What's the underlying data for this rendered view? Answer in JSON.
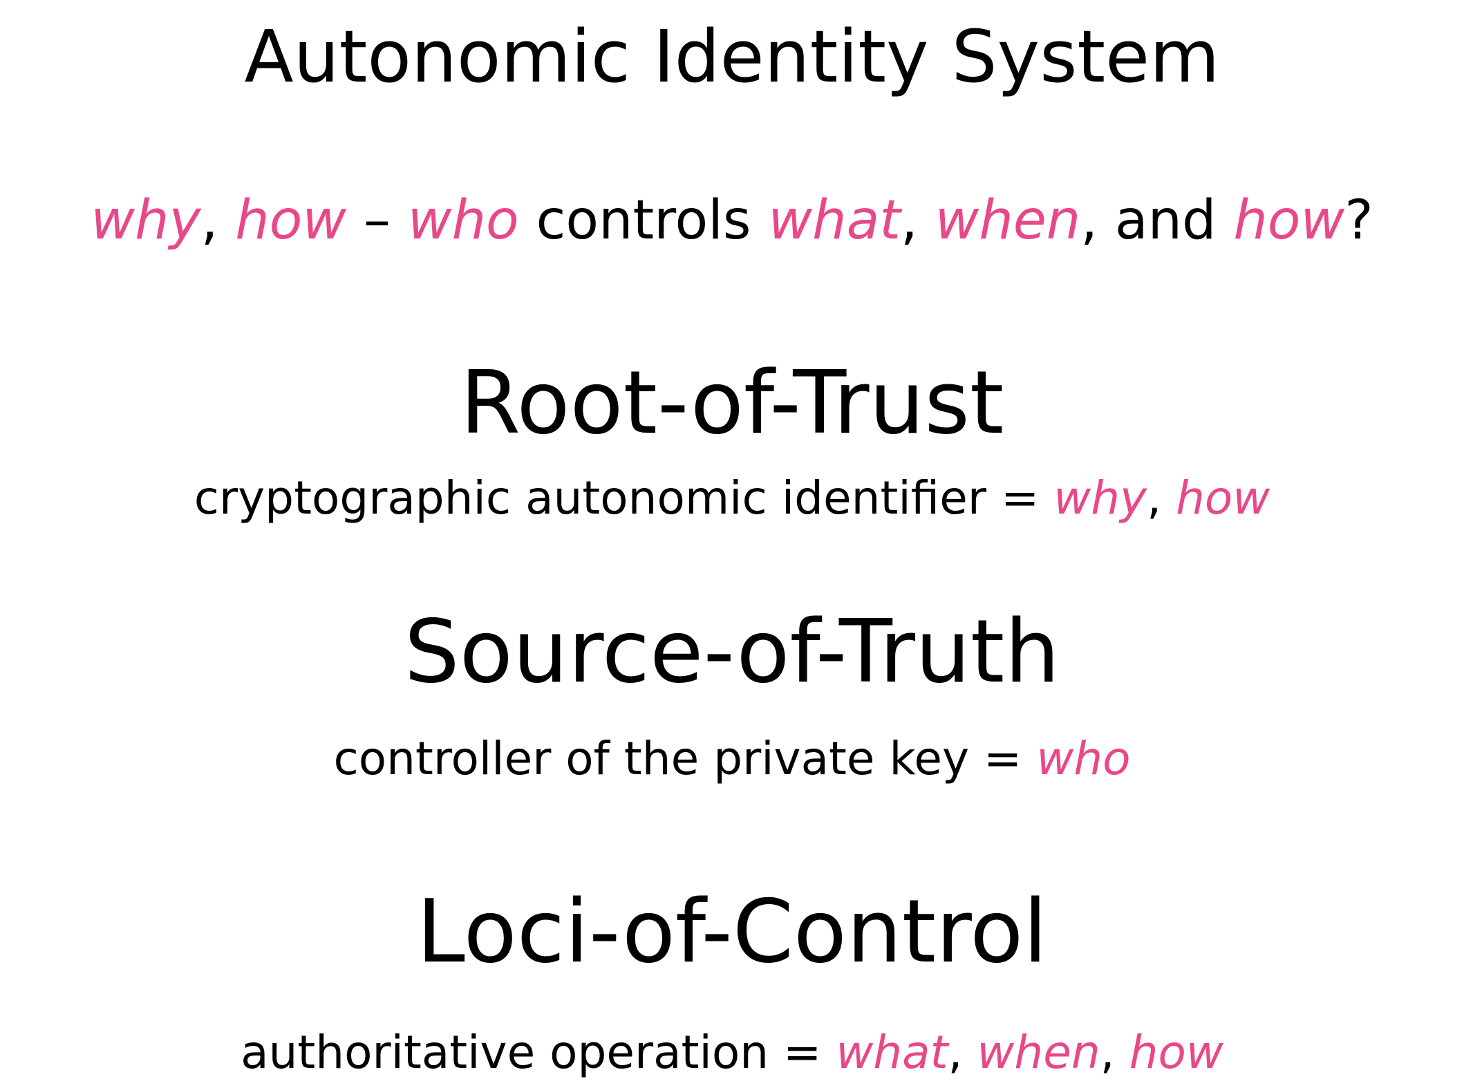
{
  "colors": {
    "accent": "#e8488a",
    "text": "#000000",
    "background": "#ffffff"
  },
  "title": "Autonomic Identity System",
  "question": {
    "w1": "why",
    "s1": ", ",
    "w2": "how",
    "s2": " – ",
    "w3": "who",
    "s3": " controls ",
    "w4": "what",
    "s4": ", ",
    "w5": "when",
    "s5": ", and ",
    "w6": "how",
    "s6": "?"
  },
  "root_of_trust": {
    "heading": "Root-of-Trust",
    "desc": "cryptographic autonomic identifier = ",
    "k1": "why",
    "sep1": ", ",
    "k2": "how"
  },
  "source_of_truth": {
    "heading": "Source-of-Truth",
    "desc": "controller of the private key = ",
    "k1": "who"
  },
  "loci_of_control": {
    "heading": "Loci-of-Control",
    "desc": "authoritative operation = ",
    "k1": "what",
    "sep1": ", ",
    "k2": "when",
    "sep2": ", ",
    "k3": "how"
  }
}
